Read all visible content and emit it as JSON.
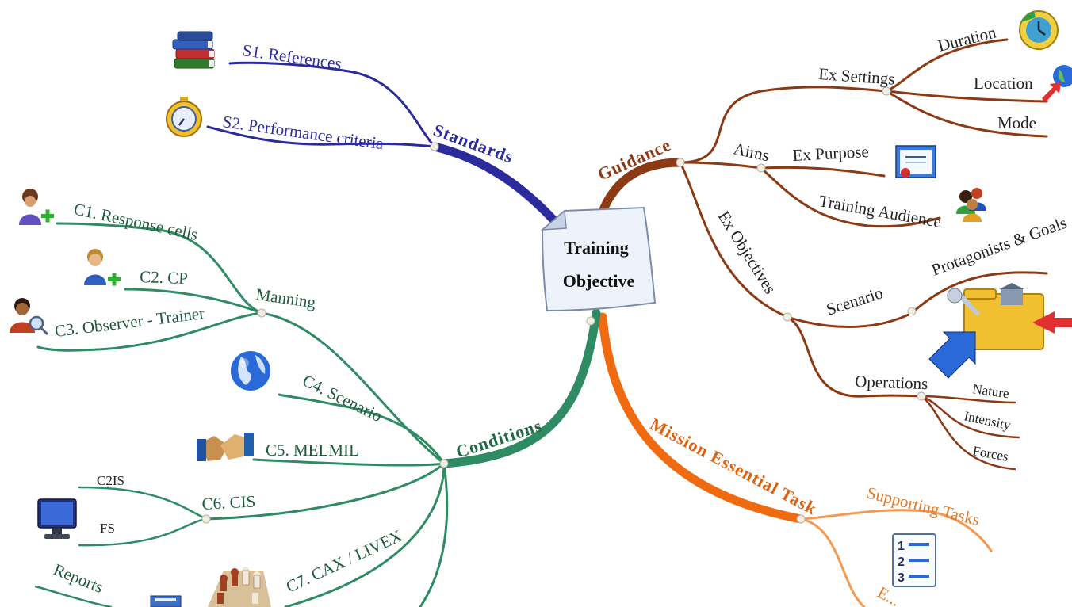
{
  "center": {
    "line1": "Training",
    "line2": "Objective"
  },
  "colors": {
    "standards": "#2b2b9e",
    "guidance": "#8b3a14",
    "conditions": "#2e8b63",
    "mission": "#f06a10",
    "mission_light": "#f29a52"
  },
  "branches": {
    "standards": {
      "label": "Standards",
      "items": [
        "S1. References",
        "S2. Performance criteria"
      ]
    },
    "guidance": {
      "label": "Guidance",
      "ex_settings": {
        "label": "Ex Settings",
        "items": [
          "Duration",
          "Location",
          "Mode"
        ]
      },
      "aims": {
        "label": "Aims",
        "items": [
          "Ex Purpose",
          "Training Audience"
        ]
      },
      "ex_objectives": {
        "label": "Ex Objectives",
        "scenario": {
          "label": "Scenario",
          "items": [
            "Protagonists & Goals"
          ]
        },
        "operations": {
          "label": "Operations",
          "items": [
            "Nature",
            "Intensity",
            "Forces"
          ]
        }
      }
    },
    "conditions": {
      "label": "Conditions",
      "manning": {
        "label": "Manning",
        "items": [
          "C1. Response cells",
          "C2. CP",
          "C3. Observer - Trainer"
        ]
      },
      "items": [
        "C4. Scenario",
        "C5. MELMIL",
        "C6. CIS",
        "C7. CAX / LIVEX"
      ],
      "cis_items": [
        "C2IS",
        "FS"
      ],
      "partial": "Reports"
    },
    "mission": {
      "label": "Mission Essential Task",
      "items": [
        "Supporting Tasks",
        "E..."
      ]
    }
  },
  "icons": [
    "books-icon",
    "stopwatch-icon",
    "person-add-icon",
    "person-add-icon-2",
    "person-search-icon",
    "globe-icon",
    "handshake-icon",
    "monitor-icon",
    "chess-icon",
    "clock-icon",
    "globe-arrow-icon",
    "certificate-icon",
    "group-icon",
    "folder-building-icon",
    "numbered-list-icon",
    "document-icon"
  ]
}
